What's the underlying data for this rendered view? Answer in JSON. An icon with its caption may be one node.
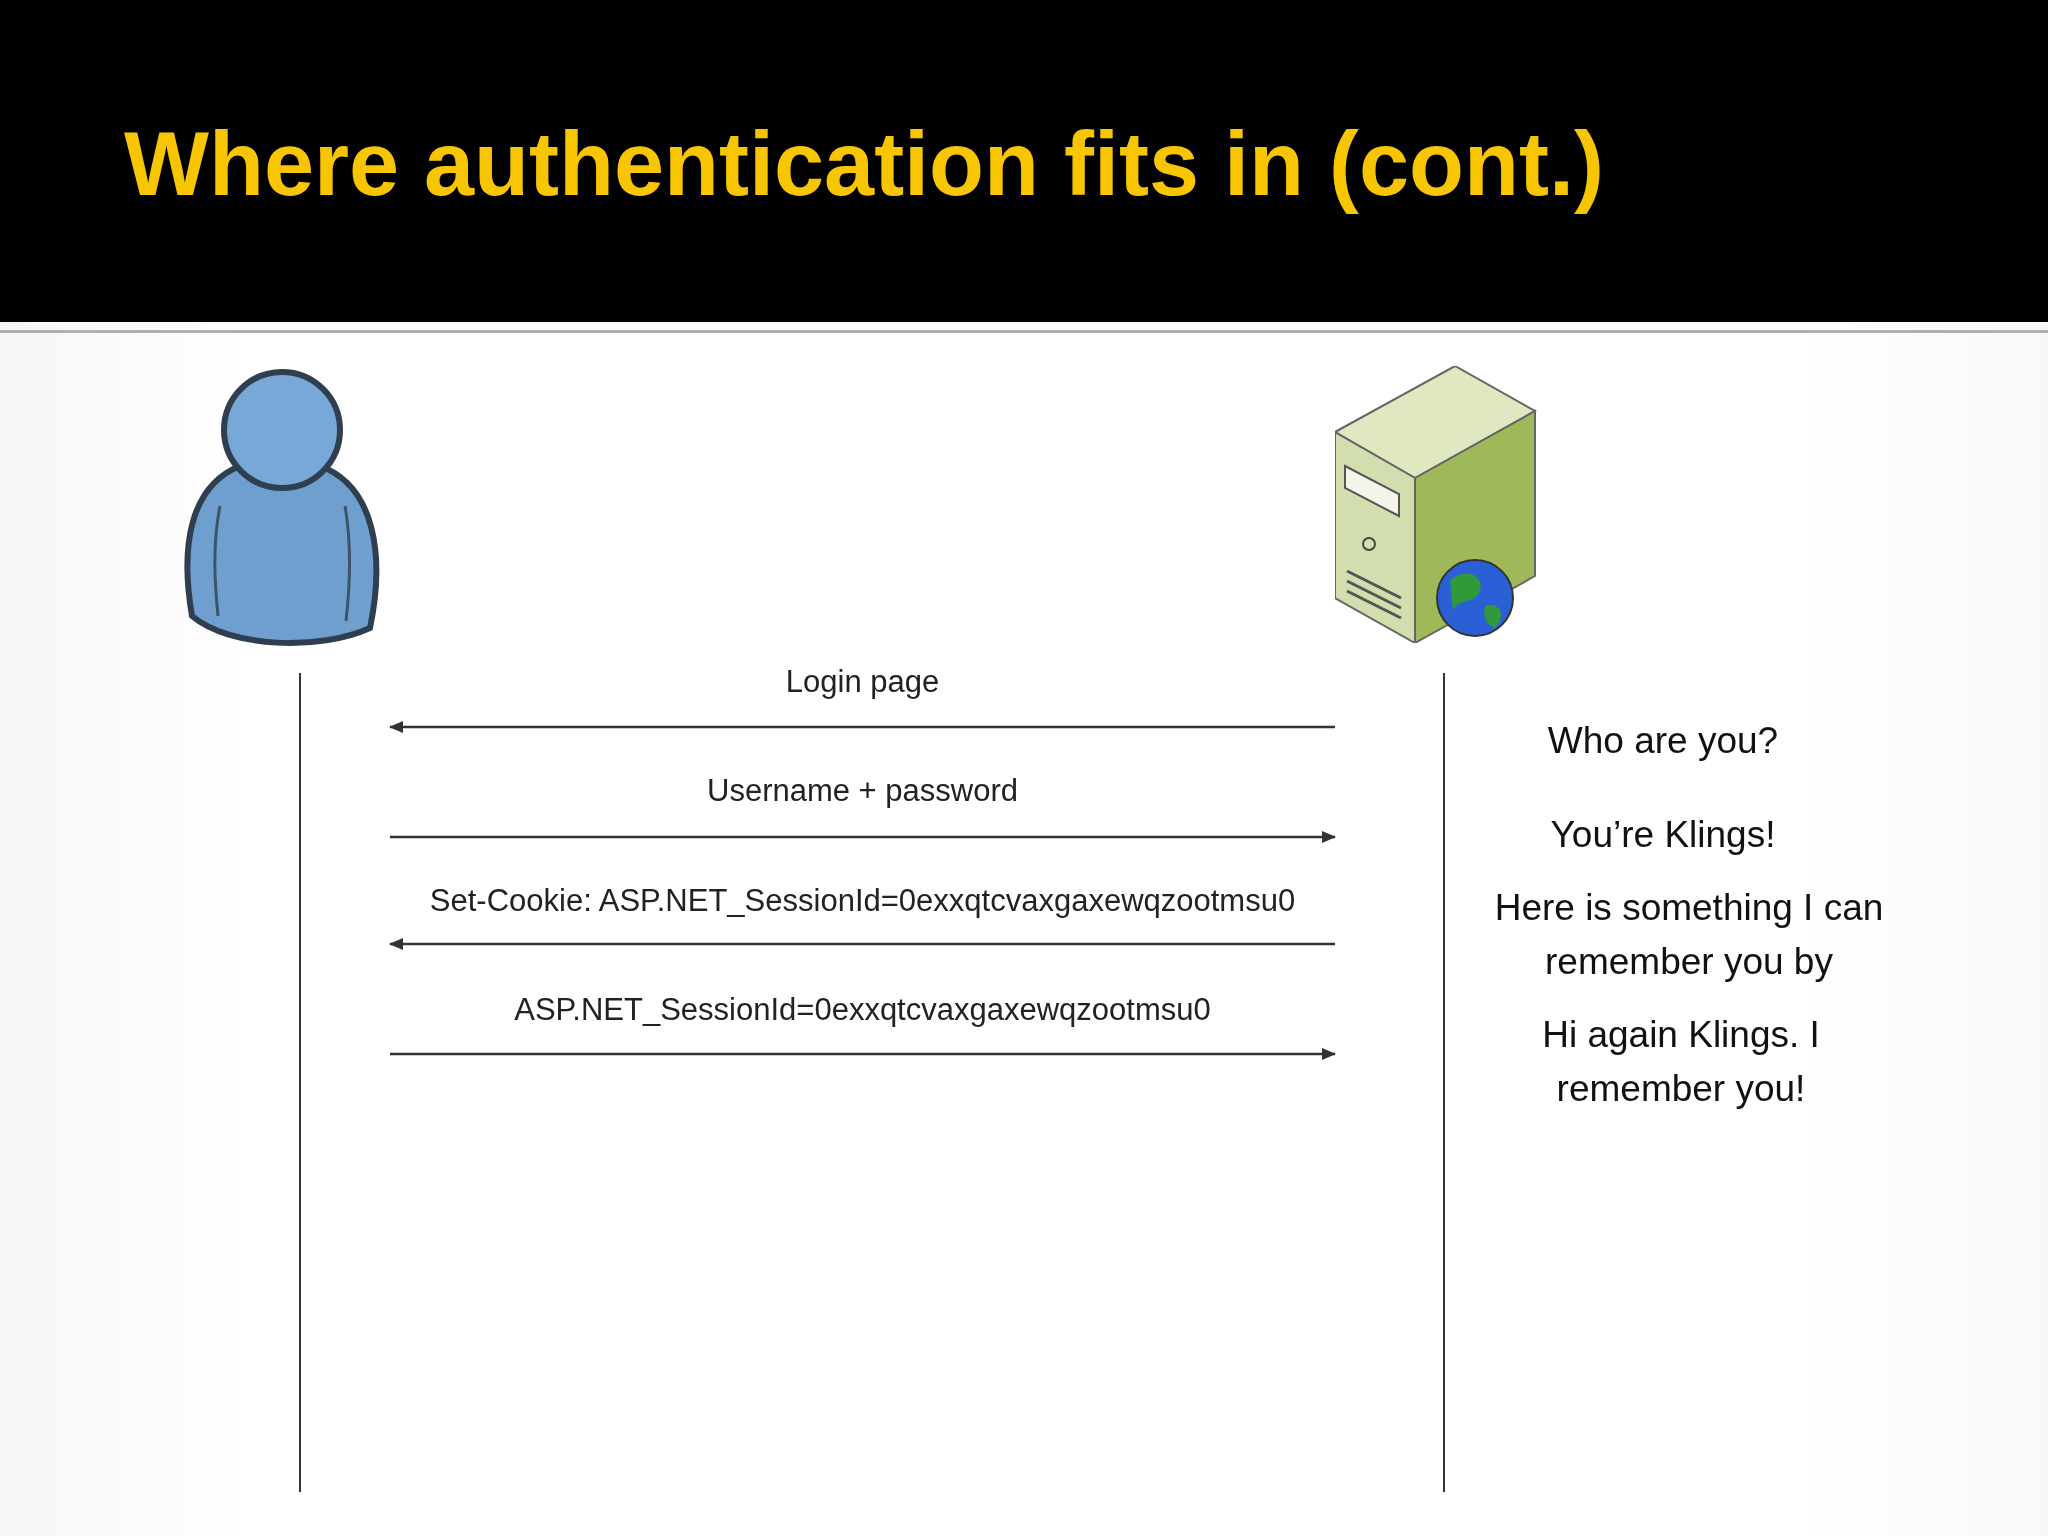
{
  "diagram": {
    "title": "Where authentication fits in (cont.)",
    "nodes": [
      {
        "text": [],
        "shape": "person"
      },
      {
        "text": [],
        "shape": "picture"
      }
    ],
    "edges": [
      {
        "from": 1,
        "to": 0,
        "arrow": "to",
        "label": "Login page"
      },
      {
        "from": 0,
        "to": 1,
        "arrow": "to",
        "label": "Username + password"
      },
      {
        "from": 1,
        "to": 0,
        "arrow": "to",
        "label": "Set-Cookie: ASP.NET_SessionId=0exxqtcvaxgaxewqzootmsu0"
      },
      {
        "from": 0,
        "to": 1,
        "arrow": "to",
        "label": "ASP.NET_SessionId=0exxqtcvaxgaxewqzootmsu0"
      }
    ],
    "labels": [
      "Who are you?",
      "You’re Klings!",
      "Here is something I can remember you by",
      "Hi again Klings. I remember you!"
    ]
  }
}
